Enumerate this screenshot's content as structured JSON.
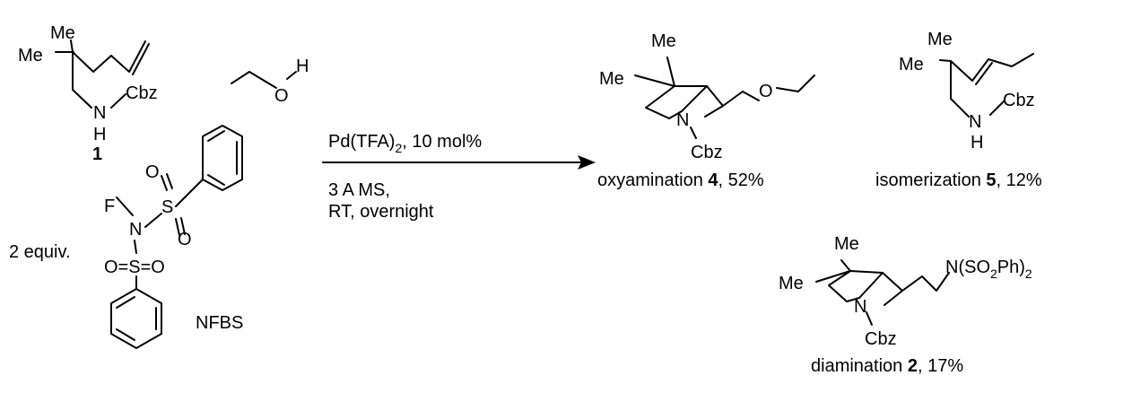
{
  "reactant_1": {
    "me_upper": "Me",
    "me_left": "Me",
    "n_label": "N",
    "h_label": "H",
    "cbz": "Cbz",
    "number": "1"
  },
  "ethanol": {
    "o_label": "O",
    "h_label": "H"
  },
  "nfbs": {
    "f_label": "F",
    "n_label": "N",
    "s_upper": "S",
    "o_upper_top": "O",
    "o_upper_bottom": "O",
    "s_lower_row": "O=S=O",
    "equiv": "2 equiv.",
    "name": "NFBS"
  },
  "conditions": {
    "catalyst_pre": "Pd(TFA)",
    "catalyst_sub": "2",
    "catalyst_post": ", 10 mol%",
    "line2": "3 A MS,",
    "line3": "RT, overnight"
  },
  "product_4": {
    "me_upper": "Me",
    "me_left": "Me",
    "n_label": "N",
    "o_label": "O",
    "cbz": "Cbz",
    "label_pre": "oxyamination ",
    "number": "4",
    "yield": ", 52%"
  },
  "product_5": {
    "me_upper": "Me",
    "me_left": "Me",
    "n_label": "N",
    "h_label": "H",
    "cbz": "Cbz",
    "label_pre": "isomerization ",
    "number": "5",
    "yield": ", 12%"
  },
  "product_2": {
    "me_upper": "Me",
    "me_left": "Me",
    "n_label": "N",
    "cbz": "Cbz",
    "sub_pre": "N(SO",
    "sub_sub": "2",
    "sub_post": "Ph)",
    "sub_sub2": "2",
    "label_pre": "diamination ",
    "number": "2",
    "yield": ", 17%"
  }
}
